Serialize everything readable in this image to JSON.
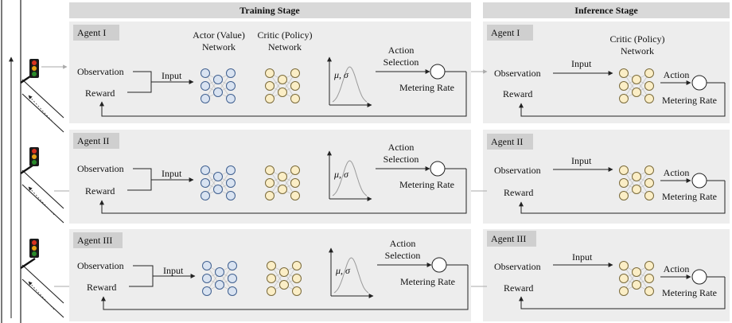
{
  "colors": {
    "panel": "#ededed",
    "header": "#d9d9d9",
    "tag": "#cfcfcf",
    "blue_node": "#d9e3f1",
    "blue_stroke": "#3f5f8f",
    "yellow_node": "#fbeec6",
    "yellow_stroke": "#7a6a3a",
    "signal_red": "#d9331f",
    "signal_amber": "#e8a317",
    "signal_green": "#2a8a2a"
  },
  "headers": {
    "training": "Training Stage",
    "inference": "Inference Stage"
  },
  "training": {
    "actor_network_title_1": "Actor (Value)",
    "actor_network_title_2": "Network",
    "critic_network_title_1": "Critic (Policy)",
    "critic_network_title_2": "Network",
    "agents": [
      {
        "name": "Agent I",
        "observation": "Observation",
        "reward": "Reward",
        "input": "Input",
        "dist_label": "μ, σ",
        "action_1": "Action",
        "action_2": "Selection",
        "metering": "Metering Rate"
      },
      {
        "name": "Agent II",
        "observation": "Observation",
        "reward": "Reward",
        "input": "Input",
        "dist_label": "μ, σ",
        "action_1": "Action",
        "action_2": "Selection",
        "metering": "Metering Rate"
      },
      {
        "name": "Agent III",
        "observation": "Observation",
        "reward": "Reward",
        "input": "Input",
        "dist_label": "μ, σ",
        "action_1": "Action",
        "action_2": "Selection",
        "metering": "Metering Rate"
      }
    ]
  },
  "inference": {
    "network_title_1": "Critic (Policy)",
    "network_title_2": "Network",
    "agents": [
      {
        "name": "Agent I",
        "observation": "Observation",
        "reward": "Reward",
        "input": "Input",
        "action": "Action",
        "metering": "Metering Rate"
      },
      {
        "name": "Agent II",
        "observation": "Observation",
        "reward": "Reward",
        "input": "Input",
        "action": "Action",
        "metering": "Metering Rate"
      },
      {
        "name": "Agent III",
        "observation": "Observation",
        "reward": "Reward",
        "input": "Input",
        "action": "Action",
        "metering": "Metering Rate"
      }
    ]
  }
}
